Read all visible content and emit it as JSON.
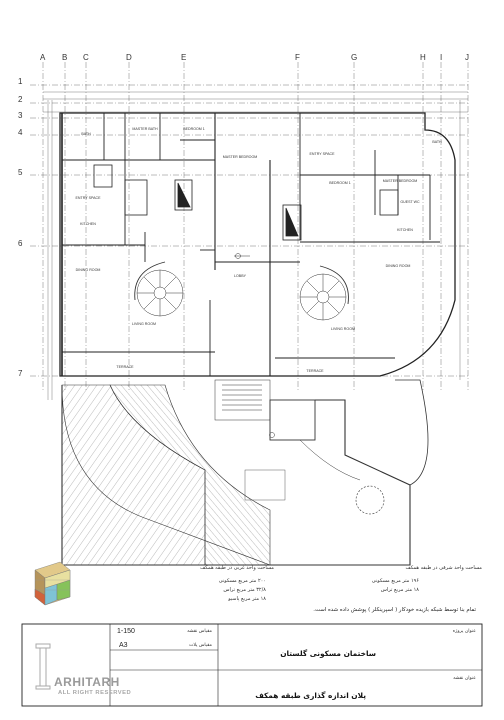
{
  "grid": {
    "columns": [
      "A",
      "B",
      "C",
      "D",
      "E",
      "F",
      "G",
      "H",
      "I",
      "J"
    ],
    "rows": [
      "1",
      "2",
      "3",
      "4",
      "5",
      "6",
      "7"
    ]
  },
  "rooms": {
    "w_bath": "BATH",
    "w_master_bath": "MASTER BATH",
    "w_bedroom1": "BEDROOM 1",
    "w_master": "MASTER BEDROOM",
    "w_entry_space": "ENTRY SPACE",
    "w_kitchen": "KITCHEN",
    "w_dining": "DINING ROOM",
    "w_living": "LIVING ROOM",
    "w_terrace": "TERRACE",
    "lobby": "LOBBY",
    "e_bath": "BATH",
    "e_entry_space": "ENTRY SPACE",
    "e_bedroom1": "BEDROOM 1",
    "e_master": "MASTER BEDROOM",
    "e_guest_wc": "GUEST WC",
    "e_kitchen": "KITCHEN",
    "e_dining": "DINING ROOM",
    "e_living": "LIVING ROOM",
    "e_terrace": "TERRACE"
  },
  "area_west": {
    "title": "مساحت واحد غربی در طبقه همکف",
    "line1": "۲۰۰ متر مربع مسکونی",
    "line2": "۳۲/۸ متر مربع تراس",
    "line3": "۱۸ متر مربع پاسیو"
  },
  "area_east": {
    "title": "مساحت واحد شرقی در طبقه همکف",
    "line1": "۱۹۶ متر مربع مسکونی",
    "line2": "۱۸ متر مربع تراس"
  },
  "note": "تمام بنا توسط شبکه بازیده خودکار ( اسپرینکلر ) پوشش داده شده است.",
  "title_block": {
    "project_label": "عنوان پروژه",
    "project_name": "ساختمان مسکونی گلستان",
    "drawing_label": "عنوان نقشه",
    "drawing_name": "پلان  اندازه گذاری طبقه همکف",
    "scale_label": "مقیاس نقشه",
    "sheet_label": "مقیاس پلات",
    "scale_value": "1-150",
    "sheet_value": "A3"
  },
  "logo": {
    "name": "ARHITARH",
    "sub": "ALL RIGHT RESERVED"
  }
}
